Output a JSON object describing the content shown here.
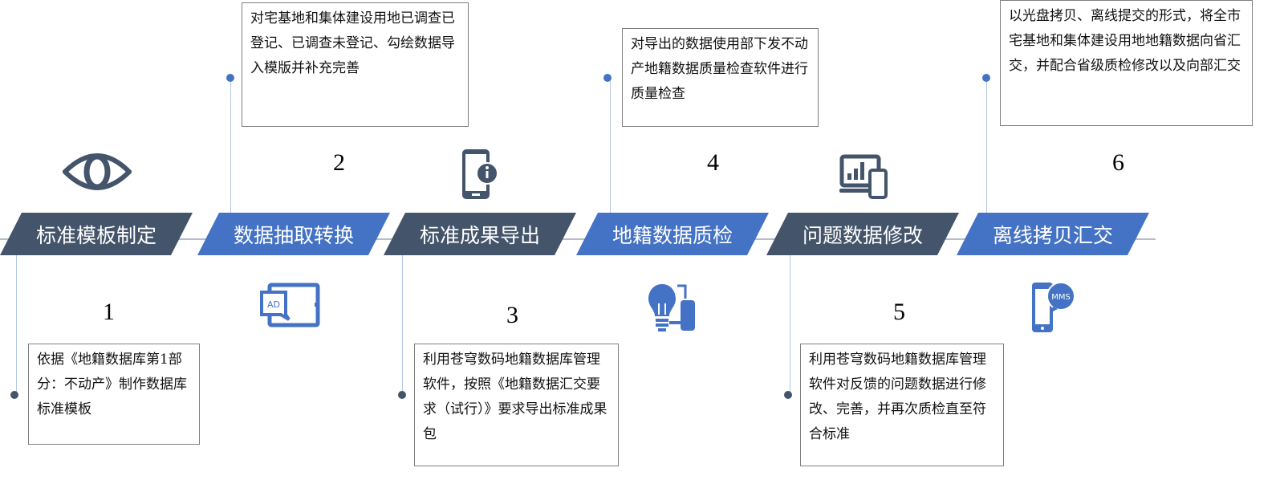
{
  "colors": {
    "dark": "#44546a",
    "blue": "#4472c4"
  },
  "steps": [
    {
      "number": "1",
      "label": "标准模板制定",
      "desc": "依据《地籍数据库第1部分：不动产》制作数据库标准模板",
      "icon": "eye-icon"
    },
    {
      "number": "2",
      "label": "数据抽取转换",
      "desc": "对宅基地和集体建设用地已调查已登记、已调查未登记、勾绘数据导入模版并补充完善",
      "icon": "tablet-ad-icon"
    },
    {
      "number": "3",
      "label": "标准成果导出",
      "desc": "利用苍穹数码地籍数据库管理软件，按照《地籍数据汇交要求（试行）》要求导出标准成果包",
      "icon": "phone-info-icon"
    },
    {
      "number": "4",
      "label": "地籍数据质检",
      "desc": "对导出的数据使用部下发不动产地籍数据质量检查软件进行质量检查",
      "icon": "lightbulb-device-icon"
    },
    {
      "number": "5",
      "label": "问题数据修改",
      "desc": "利用苍穹数码地籍数据库管理软件对反馈的问题数据进行修改、完善，并再次质检直至符合标准",
      "icon": "monitor-chart-icon"
    },
    {
      "number": "6",
      "label": "离线拷贝汇交",
      "desc": "以光盘拷贝、离线提交的形式，将全市宅基地和集体建设用地地籍数据向省汇交，并配合省级质检修改以及向部汇交",
      "icon": "phone-mms-icon"
    }
  ]
}
